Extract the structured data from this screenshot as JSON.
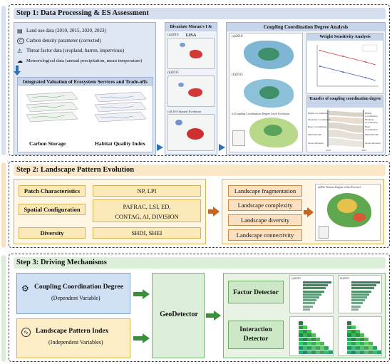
{
  "step1": {
    "title": "Step 1: Data Processing & ES Assessment",
    "inputs": [
      {
        "icon": "map-layers-icon",
        "text": "Land use data (2010, 2015, 2020, 2023)"
      },
      {
        "icon": "carbon-c-icon",
        "text": "Carbon density parameter (corrected)"
      },
      {
        "icon": "warning-icon",
        "text": "Threat factor data (cropland, barren, impervious)"
      },
      {
        "icon": "weather-cloud-icon",
        "text": "Meteorological data (annual precipitation, mean temperature)"
      }
    ],
    "valuation_title": "Integrated Valuation of Ecosystem Services and Trade-offs",
    "carbon_label": "Carbon Storage",
    "habitat_label": "Habitat Quality Index",
    "moran_title": "Bivariate Moran's I & LISA",
    "moran_years": [
      "(a)2010",
      "(b)2015",
      "(c)LISA Spatial Evolution"
    ],
    "coupling_title": "Coupling Coordination Degree Analysis",
    "coupling_years": [
      "(a)2010",
      "(b)2015",
      "(c)Coupling Coordination Degree Level Evolution"
    ],
    "weight_title": "Weight Sensitivity Analysis",
    "transfer_title": "Transfer of coupling coordination degree",
    "transfer_left": [
      "Highly Coordination",
      "Moderate Coordination",
      "Basic Coordination",
      "Mild Disorder",
      "Severe Disorder"
    ],
    "transfer_right": [
      "Highly Coordination",
      "Moderate Coordination",
      "Basic Coordination",
      "Mild Disorder",
      "Severe Disorder"
    ],
    "transfer_years": [
      "2010",
      "2023"
    ]
  },
  "step2": {
    "title": "Step 2: Landscape Pattern Evolution",
    "rows": [
      {
        "category": "Patch Characteristics",
        "metrics": "NP, LPI"
      },
      {
        "category": "Spatial Configuration",
        "metrics": "PAFRAC, LSI, ED,\nCONTAG, AI, DIVISION"
      },
      {
        "category": "Diversity",
        "metrics": "SHDI, SHEI"
      }
    ],
    "outcomes": [
      "Landscape fragmentation",
      "Landscape complexity",
      "Landscape diversity",
      "Landscape connectivity"
    ],
    "map_caption": "(a)The Western Region of this Province"
  },
  "step3": {
    "title": "Step 3: Driving Mechanisms",
    "dependent_title": "Coupling Coordination Degree",
    "dependent_sub": "(Dependent Variable)",
    "independent_title": "Landscape Pattern Index",
    "independent_sub": "(Independent Variables)",
    "center": "GeoDetector",
    "factor": "Factor Detector",
    "interaction": "Interaction Detector",
    "panel_years": [
      "(a)2010",
      "(b)2023"
    ],
    "factor_values_a": [
      0.62,
      0.55,
      0.5,
      0.46,
      0.41,
      0.36,
      0.3,
      0.26,
      0.21,
      0.16
    ],
    "factor_values_b": [
      0.66,
      0.58,
      0.52,
      0.47,
      0.42,
      0.37,
      0.31,
      0.27,
      0.22,
      0.17
    ]
  },
  "colors": {
    "step1_head": "#d6dff0",
    "step2_head": "#fbe8c8",
    "step3_head": "#dcefd8",
    "arrow_blue": "#2f6fbf",
    "arrow_orange": "#c8641e",
    "arrow_green": "#3b8f3b"
  }
}
